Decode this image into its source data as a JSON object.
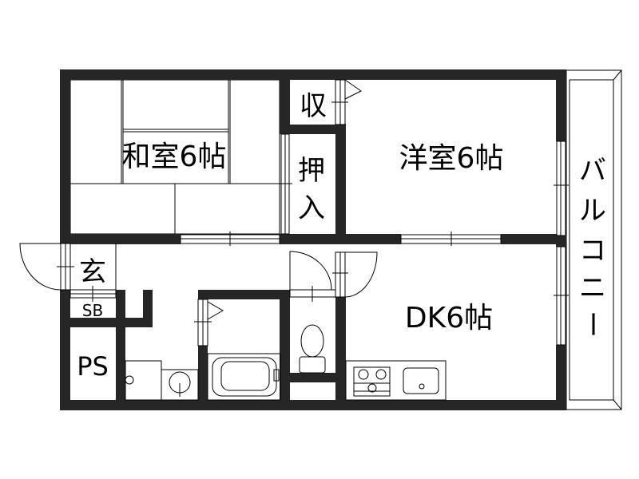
{
  "floor_plan": {
    "rooms": {
      "washitsu": "和室6帖",
      "yoshitsu": "洋室6帖",
      "dk": "DK6帖",
      "storage": "収",
      "oshiire_1": "押",
      "oshiire_2": "入",
      "genkan": "玄",
      "shoe_box": "SB",
      "pipe_space": "PS",
      "balcony": [
        "バ",
        "ル",
        "コ",
        "ニ",
        "ー"
      ]
    },
    "colors": {
      "wall": "#262626",
      "background": "#ffffff",
      "line": "#000000"
    }
  }
}
